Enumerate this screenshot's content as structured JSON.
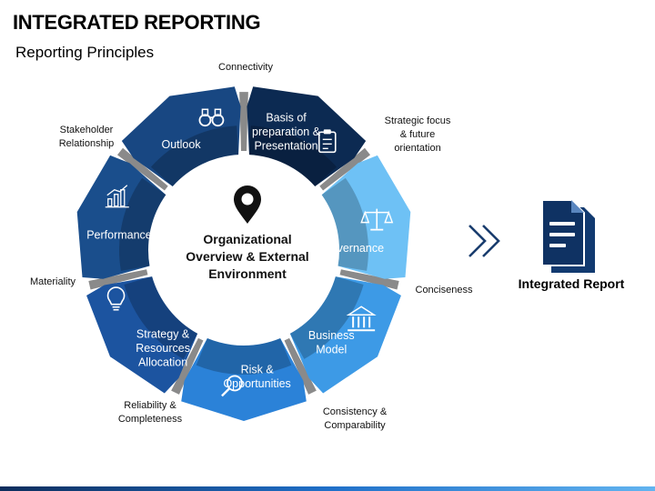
{
  "header": {
    "title": "INTEGRATED REPORTING",
    "subtitle": "Reporting Principles"
  },
  "center": {
    "lines": [
      "Organizational",
      "Overview & External",
      "Environment"
    ],
    "icon": "location-pin-icon"
  },
  "elements": [
    {
      "id": "basis",
      "lines": [
        "Basis of",
        "preparation &",
        "Presentation"
      ],
      "icon": "clipboard-icon",
      "color": "#0c2a52"
    },
    {
      "id": "governance",
      "lines": [
        "Governance"
      ],
      "icon": "scales-icon",
      "color": "#6ec1f5"
    },
    {
      "id": "business-model",
      "lines": [
        "Business",
        "Model"
      ],
      "icon": "building-icon",
      "color": "#3d9ae6"
    },
    {
      "id": "risk",
      "lines": [
        "Risk &",
        "Opportunities"
      ],
      "icon": "magnifier-icon",
      "color": "#2b82d8"
    },
    {
      "id": "strategy",
      "lines": [
        "Strategy &",
        "Resources",
        "Allocation"
      ],
      "icon": "lightbulb-icon",
      "color": "#1c54a0"
    },
    {
      "id": "performance",
      "lines": [
        "Performance"
      ],
      "icon": "bar-chart-icon",
      "color": "#1a4e8c"
    },
    {
      "id": "outlook",
      "lines": [
        "Outlook"
      ],
      "icon": "binoculars-icon",
      "color": "#184782"
    }
  ],
  "principles": [
    {
      "lines": [
        "Connectivity"
      ]
    },
    {
      "lines": [
        "Strategic focus",
        "& future",
        "orientation"
      ]
    },
    {
      "lines": [
        "Conciseness"
      ]
    },
    {
      "lines": [
        "Consistency &",
        "Comparability"
      ]
    },
    {
      "lines": [
        "Reliability &",
        "Completeness"
      ]
    },
    {
      "lines": [
        "Materiality"
      ]
    },
    {
      "lines": [
        "Stakeholder",
        "Relationship"
      ]
    }
  ],
  "output": {
    "label": "Integrated Report",
    "icon": "document-icon",
    "arrow_icon": "double-chevron-right-icon"
  },
  "colors": {
    "connector": "#8a8a8a",
    "navy": "#0d2d5c",
    "accent": "#1f6fc8"
  }
}
